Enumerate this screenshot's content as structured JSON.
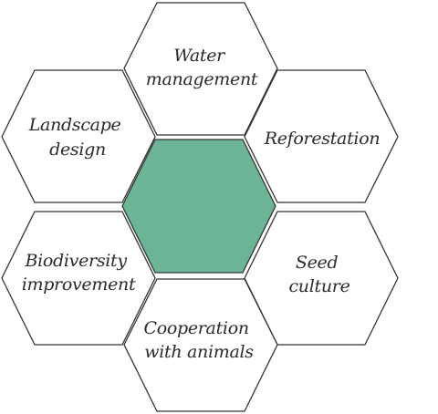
{
  "diagram": {
    "center": {
      "label": "",
      "fill_color": "#6bb596"
    },
    "hexagons": [
      {
        "id": "water",
        "lines": [
          "Water",
          "management"
        ]
      },
      {
        "id": "landscape",
        "lines": [
          "Landscape",
          "design"
        ]
      },
      {
        "id": "reforestation",
        "lines": [
          "Reforestation"
        ]
      },
      {
        "id": "biodiversity",
        "lines": [
          "Biodiversity",
          "improvement"
        ]
      },
      {
        "id": "seed",
        "lines": [
          "Seed",
          "culture"
        ]
      },
      {
        "id": "cooperation",
        "lines": [
          "Cooperation",
          "with animals"
        ]
      }
    ],
    "colors": {
      "outline": "#333333",
      "outer_fill": "#ffffff",
      "text": "#2a2a2a"
    }
  }
}
